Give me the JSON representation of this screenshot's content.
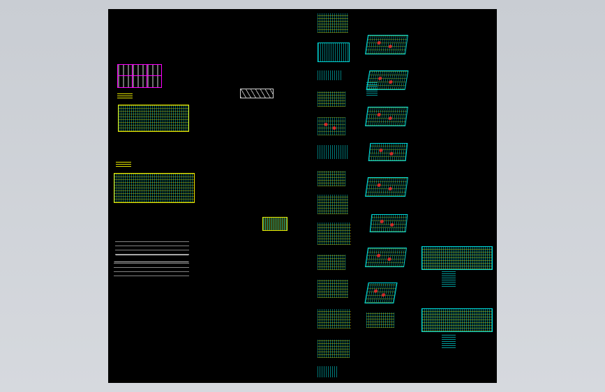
{
  "viewport": {
    "background": "#000000",
    "frame_color": "#c9cdd3"
  },
  "colors": {
    "magenta": "#ff00ff",
    "yellow": "#e8e800",
    "cyan": "#00d8d8",
    "red": "#ff2828",
    "white": "#d0d0d0"
  },
  "drawings": {
    "legend_block": "symbol-legend",
    "plan_a": "floor-plan",
    "plan_b": "floor-plan",
    "elevation": "section-elevation",
    "detail_row": "detail-strip",
    "small_sheet": "detail-sheet",
    "column_1_count": 13,
    "column_2_count": 9,
    "large_plans_count": 2
  }
}
